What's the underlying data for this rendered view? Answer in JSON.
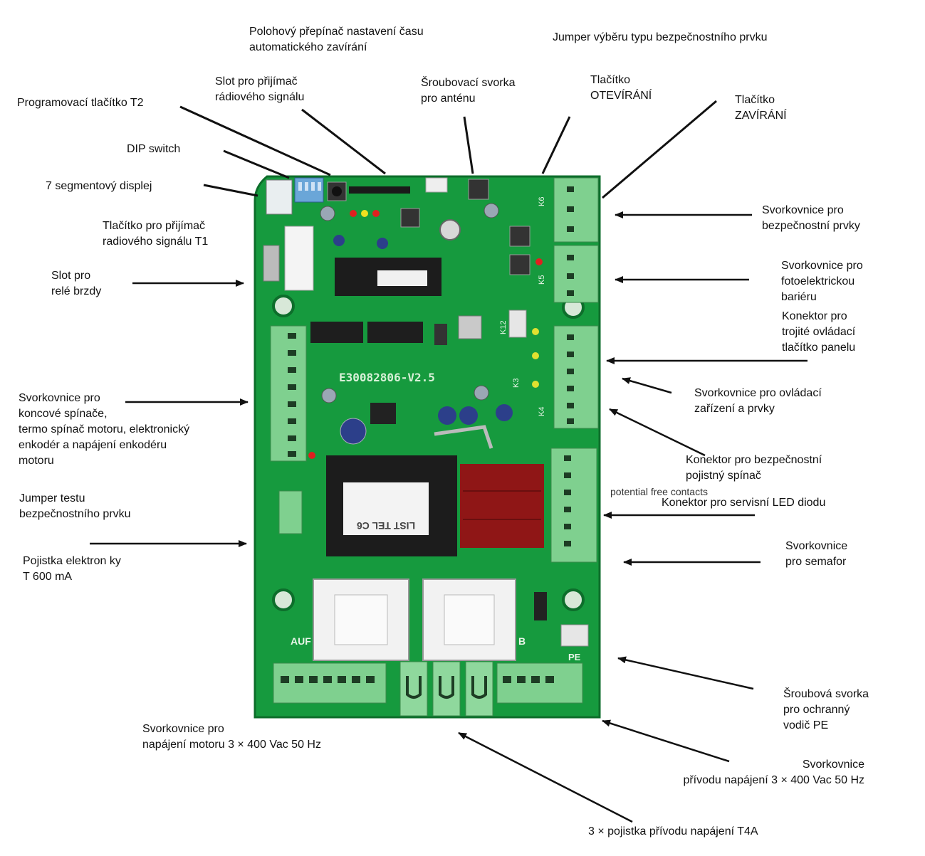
{
  "colors": {
    "pcb": "#169a3e",
    "pcb_dark": "#0d6e2b",
    "terminal": "#7fd08f",
    "line": "#111111",
    "text": "#111111"
  },
  "board": {
    "model_label": "E30082806-V2.5",
    "chip_label": "LIST TEL C6",
    "relay_label_left": "AUF",
    "relay_label_right": "B",
    "pe_label": "PE",
    "k_labels": [
      "K6",
      "K5",
      "K12",
      "K4",
      "K3"
    ]
  },
  "labels": {
    "rotary_switch": "Polohový přepínač nastavení času\nautomatického zavírání",
    "jumper_safety_type": "Jumper výběru typu bezpečnostního prvku",
    "radio_slot": "Slot pro přijímač\nrádiového signálu",
    "antenna_terminal": "Šroubovací svorka\npro anténu",
    "open_button": "Tlačítko\nOTEVÍRÁNÍ",
    "close_button": "Tlačítko\nZAVÍRÁNÍ",
    "prog_button_t2": "Programovací tlačítko T2",
    "dip_switch": "DIP switch",
    "seven_segment": "7 segmentový displej",
    "radio_button_t1": "Tlačítko pro přijímač\nradiového signálu T1",
    "brake_relay_slot": "Slot pro\nrelé brzdy",
    "limit_switch_terminal": "Svorkovnice pro\nkoncové spínače,\ntermo spínač motoru, elektronický\nenkodér a napájení enkodéru\nmotoru",
    "jumper_safety_test": "Jumper testu\nbezpečnostního prvku",
    "electronics_fuse": "Pojistka elektron ky\nT 600 mA",
    "motor_terminal": "Svorkovnice pro\nnapájení motoru 3 × 400 Vac 50 Hz",
    "safety_terminal": "Svorkovnice pro\nbezpečnostní prvky",
    "photocell_terminal": "Svorkovnice pro\nfotoelektrickou\nbariéru",
    "triple_button_connector": "Konektor pro\ntrojité ovládací\ntlačítko panelu",
    "control_terminal": "Svorkovnice pro ovládací\nzařízení a prvky",
    "safety_switch_connector": "Konektor pro bezpečnostní\npojistný spínač",
    "potential_free": "potential free contacts",
    "service_led_connector": "Konektor pro servisní LED diodu",
    "semaphore_terminal": "Svorkovnice\npro semafor",
    "pe_terminal": "Šroubová svorka\npro ochranný\nvodič PE",
    "supply_terminal": "Svorkovnice\npřívodu napájení 3 × 400 Vac 50 Hz",
    "supply_fuses": "3 × pojistka přívodu napájení T4A"
  }
}
